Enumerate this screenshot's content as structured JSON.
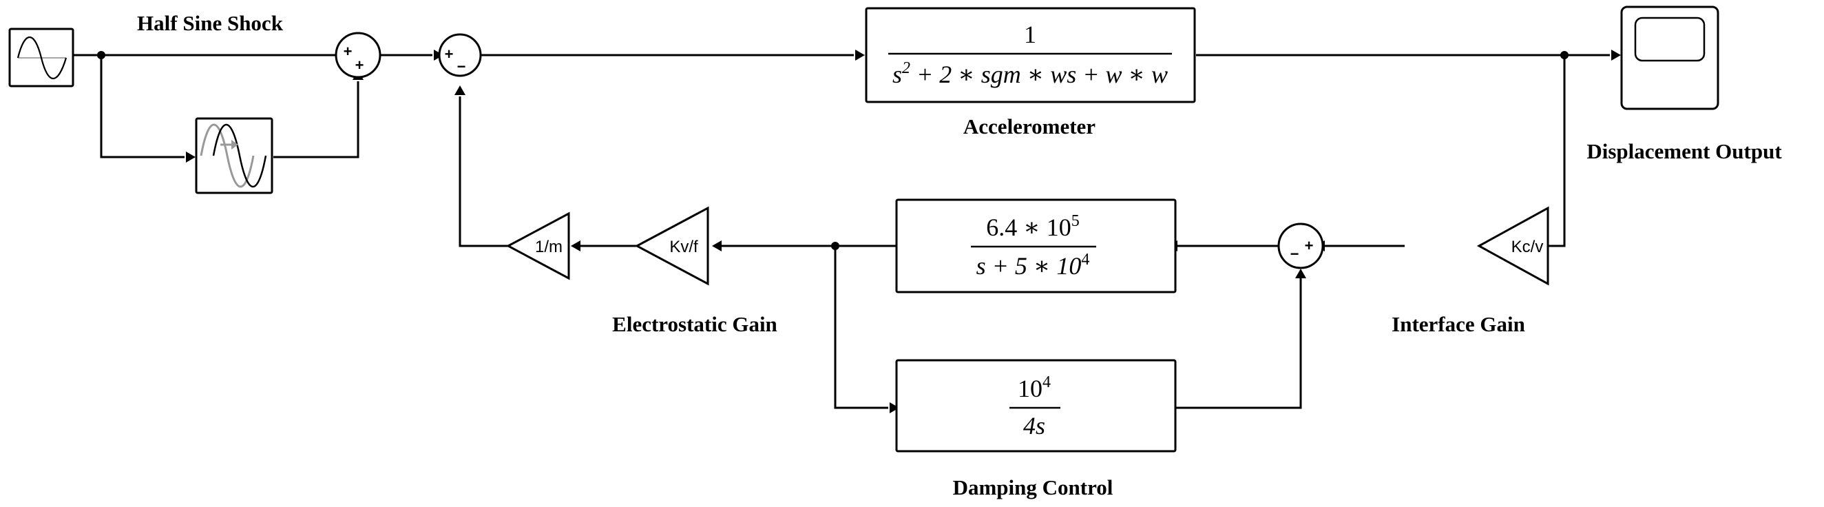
{
  "labels": {
    "half_sine_shock": "Half Sine Shock",
    "accelerometer": "Accelerometer",
    "displacement_output": "Displacement Output",
    "electrostatic_gain": "Electrostatic Gain",
    "interface_gain": "Interface Gain",
    "damping_control": "Damping Control"
  },
  "gains": {
    "inv_mass": "1/m",
    "electrostatic": "Kv/f",
    "interface": "Kc/v"
  },
  "sum_signs": {
    "sum1_top": "+",
    "sum1_bottom": "+",
    "sum2_left": "+",
    "sum2_bottom": "−",
    "sum3_left": "−",
    "sum3_right": "+"
  },
  "accelerometer_tf": {
    "numerator": "1",
    "den_s": "s",
    "den_exp": "2",
    "den_rest": " + 2 ∗ sgm ∗ ws + w ∗ w"
  },
  "feedback_tf": {
    "num_coef": "6.4 ∗ 10",
    "num_exp": "5",
    "den_base": "s + 5 ∗ 10",
    "den_exp": "4"
  },
  "damping_tf": {
    "num_base": "10",
    "num_exp": "4",
    "den": "4s"
  },
  "icons": {
    "source": "sine-wave-icon",
    "shifted": "shifted-sine-icon",
    "scope": "scope-icon"
  }
}
